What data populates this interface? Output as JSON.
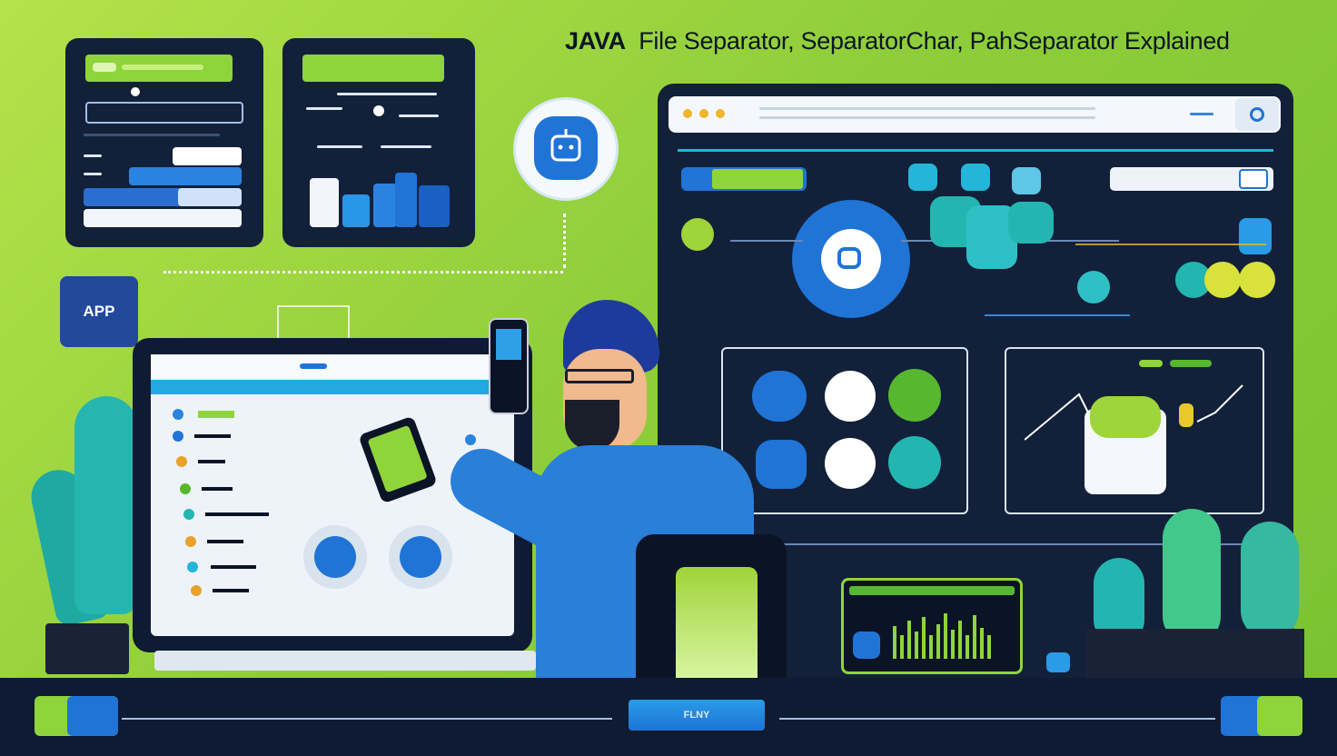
{
  "title": {
    "java": "JAVA",
    "rest": "File Separator, SeparatorChar, PahSeparator",
    "tail": "Explained"
  },
  "badge": {
    "label": "APP"
  },
  "footer": {
    "center_label": "FLNY"
  },
  "colors": {
    "bg_green": "#9ad63e",
    "navy": "#13203a",
    "blue": "#1f74d6",
    "lime": "#8fd43a",
    "teal": "#23b6b0"
  },
  "icons": [
    "bot-icon",
    "gear-icon",
    "phone-icon",
    "laptop-icon",
    "plant-icon",
    "cat-icon",
    "search-icon"
  ]
}
